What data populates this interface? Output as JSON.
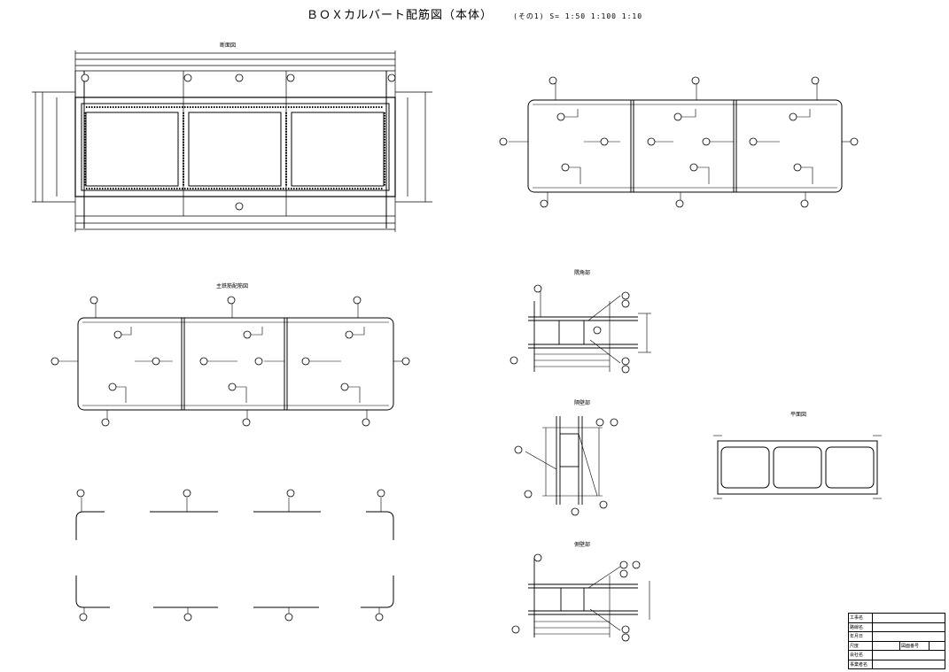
{
  "title": "ＢＯＸカルバート配筋図（本体）",
  "subtitle": "(その1)   S=  1:50   1:100 1:10",
  "views": {
    "section": "断面図",
    "rebar_elevation": "主鉄筋配筋図",
    "detail1": "隅角部",
    "detail2": "隔壁部",
    "detail3": "側壁部",
    "plan": "平面図"
  },
  "title_block": {
    "rows": [
      "工事名",
      "路線名",
      "年月日",
      "尺度",
      "会社名",
      "事業者名"
    ],
    "drawing_number_label": "図面番号"
  }
}
